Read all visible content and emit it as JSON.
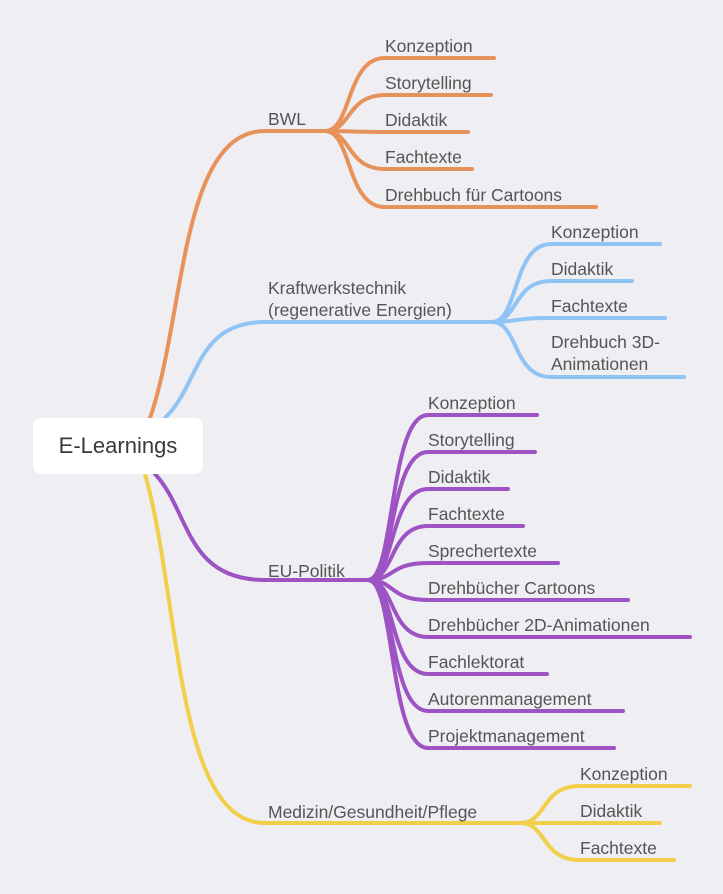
{
  "root": {
    "label": "E-Learnings"
  },
  "branches": [
    {
      "label": "BWL",
      "color": "#e8925b",
      "children": [
        "Konzeption",
        "Storytelling",
        "Didaktik",
        "Fachtexte",
        "Drehbuch für Cartoons"
      ]
    },
    {
      "label": "Kraftwerkstechnik\n(regenerative Energien)",
      "color": "#8fc4f5",
      "children": [
        "Konzeption",
        "Didaktik",
        "Fachtexte",
        "Drehbuch 3D-\nAnimationen"
      ]
    },
    {
      "label": "EU-Politik",
      "color": "#9d53c3",
      "children": [
        "Konzeption",
        "Storytelling",
        "Didaktik",
        "Fachtexte",
        "Sprechertexte",
        "Drehbücher Cartoons",
        "Drehbücher 2D-Animationen",
        "Fachlektorat",
        "Autorenmanagement",
        "Projektmanagement"
      ]
    },
    {
      "label": "Medizin/Gesundheit/Pflege",
      "color": "#f2cf4a",
      "children": [
        "Konzeption",
        "Didaktik",
        "Fachtexte"
      ]
    }
  ]
}
